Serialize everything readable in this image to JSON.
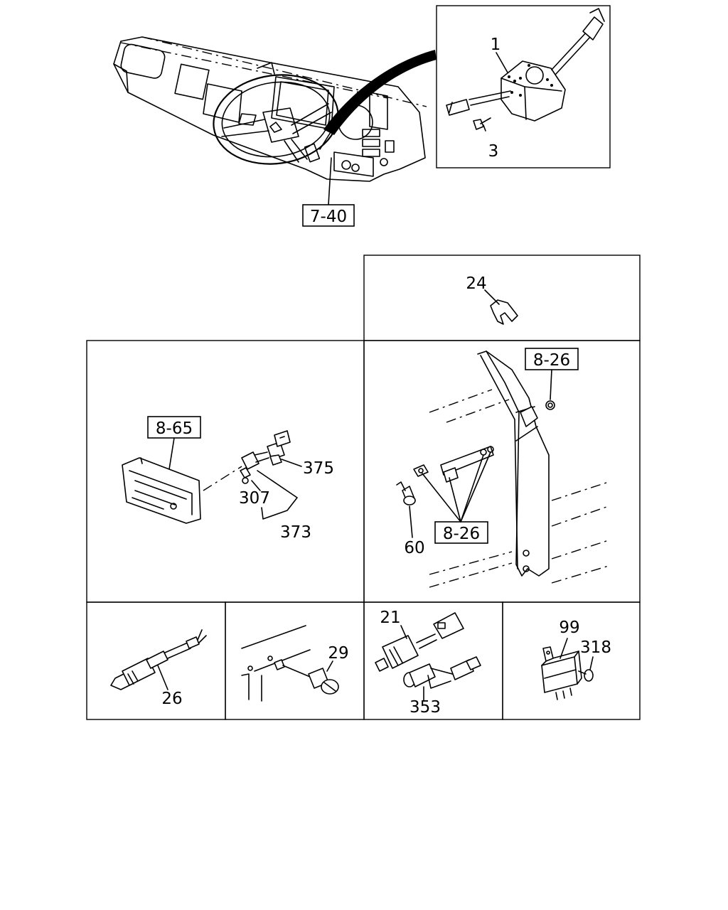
{
  "callouts": {
    "switch_assy": "1",
    "screw": "3",
    "dash_ref": "7-40",
    "clip": "24",
    "cluster_ref": "8-65",
    "bulb_socket": "375",
    "bulb": "307",
    "bulb_assy": "373",
    "pillar_ref_top": "8-26",
    "pillar_ref_bottom": "8-26",
    "door_switch": "60",
    "sensor": "26",
    "oil_switch": "29",
    "pressure_switch": "21",
    "pressure_switch_b": "353",
    "relay": "99",
    "relay_screw": "318"
  }
}
